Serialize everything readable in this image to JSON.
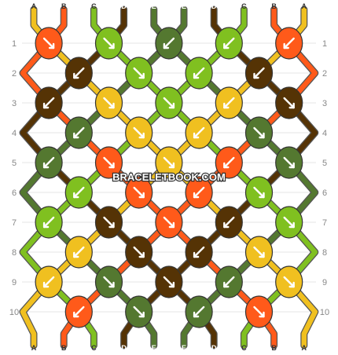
{
  "watermark": "BRACELETBOOK.COM",
  "string_letters": [
    "A",
    "B",
    "C",
    "D",
    "E",
    "E",
    "D",
    "C",
    "B",
    "A"
  ],
  "row_numbers": [
    "1",
    "2",
    "3",
    "4",
    "5",
    "6",
    "7",
    "8",
    "9",
    "10"
  ],
  "colors": {
    "A": "#f0c020",
    "B": "#ff5a1a",
    "C": "#80c020",
    "D": "#553305",
    "E": "#547830"
  },
  "rows": [
    [
      [
        "B",
        "se"
      ],
      [
        "C",
        "se"
      ],
      [
        "E",
        "sw"
      ],
      [
        "C",
        "sw"
      ],
      [
        "B",
        "sw"
      ]
    ],
    [
      [
        "D",
        "sw"
      ],
      [
        "C",
        "se"
      ],
      [
        "C",
        "sw"
      ],
      [
        "D",
        "sw"
      ]
    ],
    [
      [
        "D",
        "sw"
      ],
      [
        "A",
        "se"
      ],
      [
        "C",
        "se"
      ],
      [
        "A",
        "sw"
      ],
      [
        "D",
        "se"
      ]
    ],
    [
      [
        "E",
        "sw"
      ],
      [
        "A",
        "se"
      ],
      [
        "A",
        "sw"
      ],
      [
        "E",
        "se"
      ]
    ],
    [
      [
        "E",
        "sw"
      ],
      [
        "B",
        "se"
      ],
      [
        "A",
        "se"
      ],
      [
        "B",
        "sw"
      ],
      [
        "E",
        "se"
      ]
    ],
    [
      [
        "C",
        "sw"
      ],
      [
        "B",
        "se"
      ],
      [
        "B",
        "sw"
      ],
      [
        "C",
        "se"
      ]
    ],
    [
      [
        "C",
        "sw"
      ],
      [
        "D",
        "se"
      ],
      [
        "B",
        "se"
      ],
      [
        "D",
        "sw"
      ],
      [
        "C",
        "se"
      ]
    ],
    [
      [
        "A",
        "sw"
      ],
      [
        "D",
        "se"
      ],
      [
        "D",
        "sw"
      ],
      [
        "A",
        "se"
      ]
    ],
    [
      [
        "A",
        "sw"
      ],
      [
        "E",
        "se"
      ],
      [
        "D",
        "se"
      ],
      [
        "E",
        "sw"
      ],
      [
        "A",
        "se"
      ]
    ],
    [
      [
        "B",
        "sw"
      ],
      [
        "E",
        "se"
      ],
      [
        "E",
        "sw"
      ],
      [
        "B",
        "se"
      ]
    ]
  ]
}
